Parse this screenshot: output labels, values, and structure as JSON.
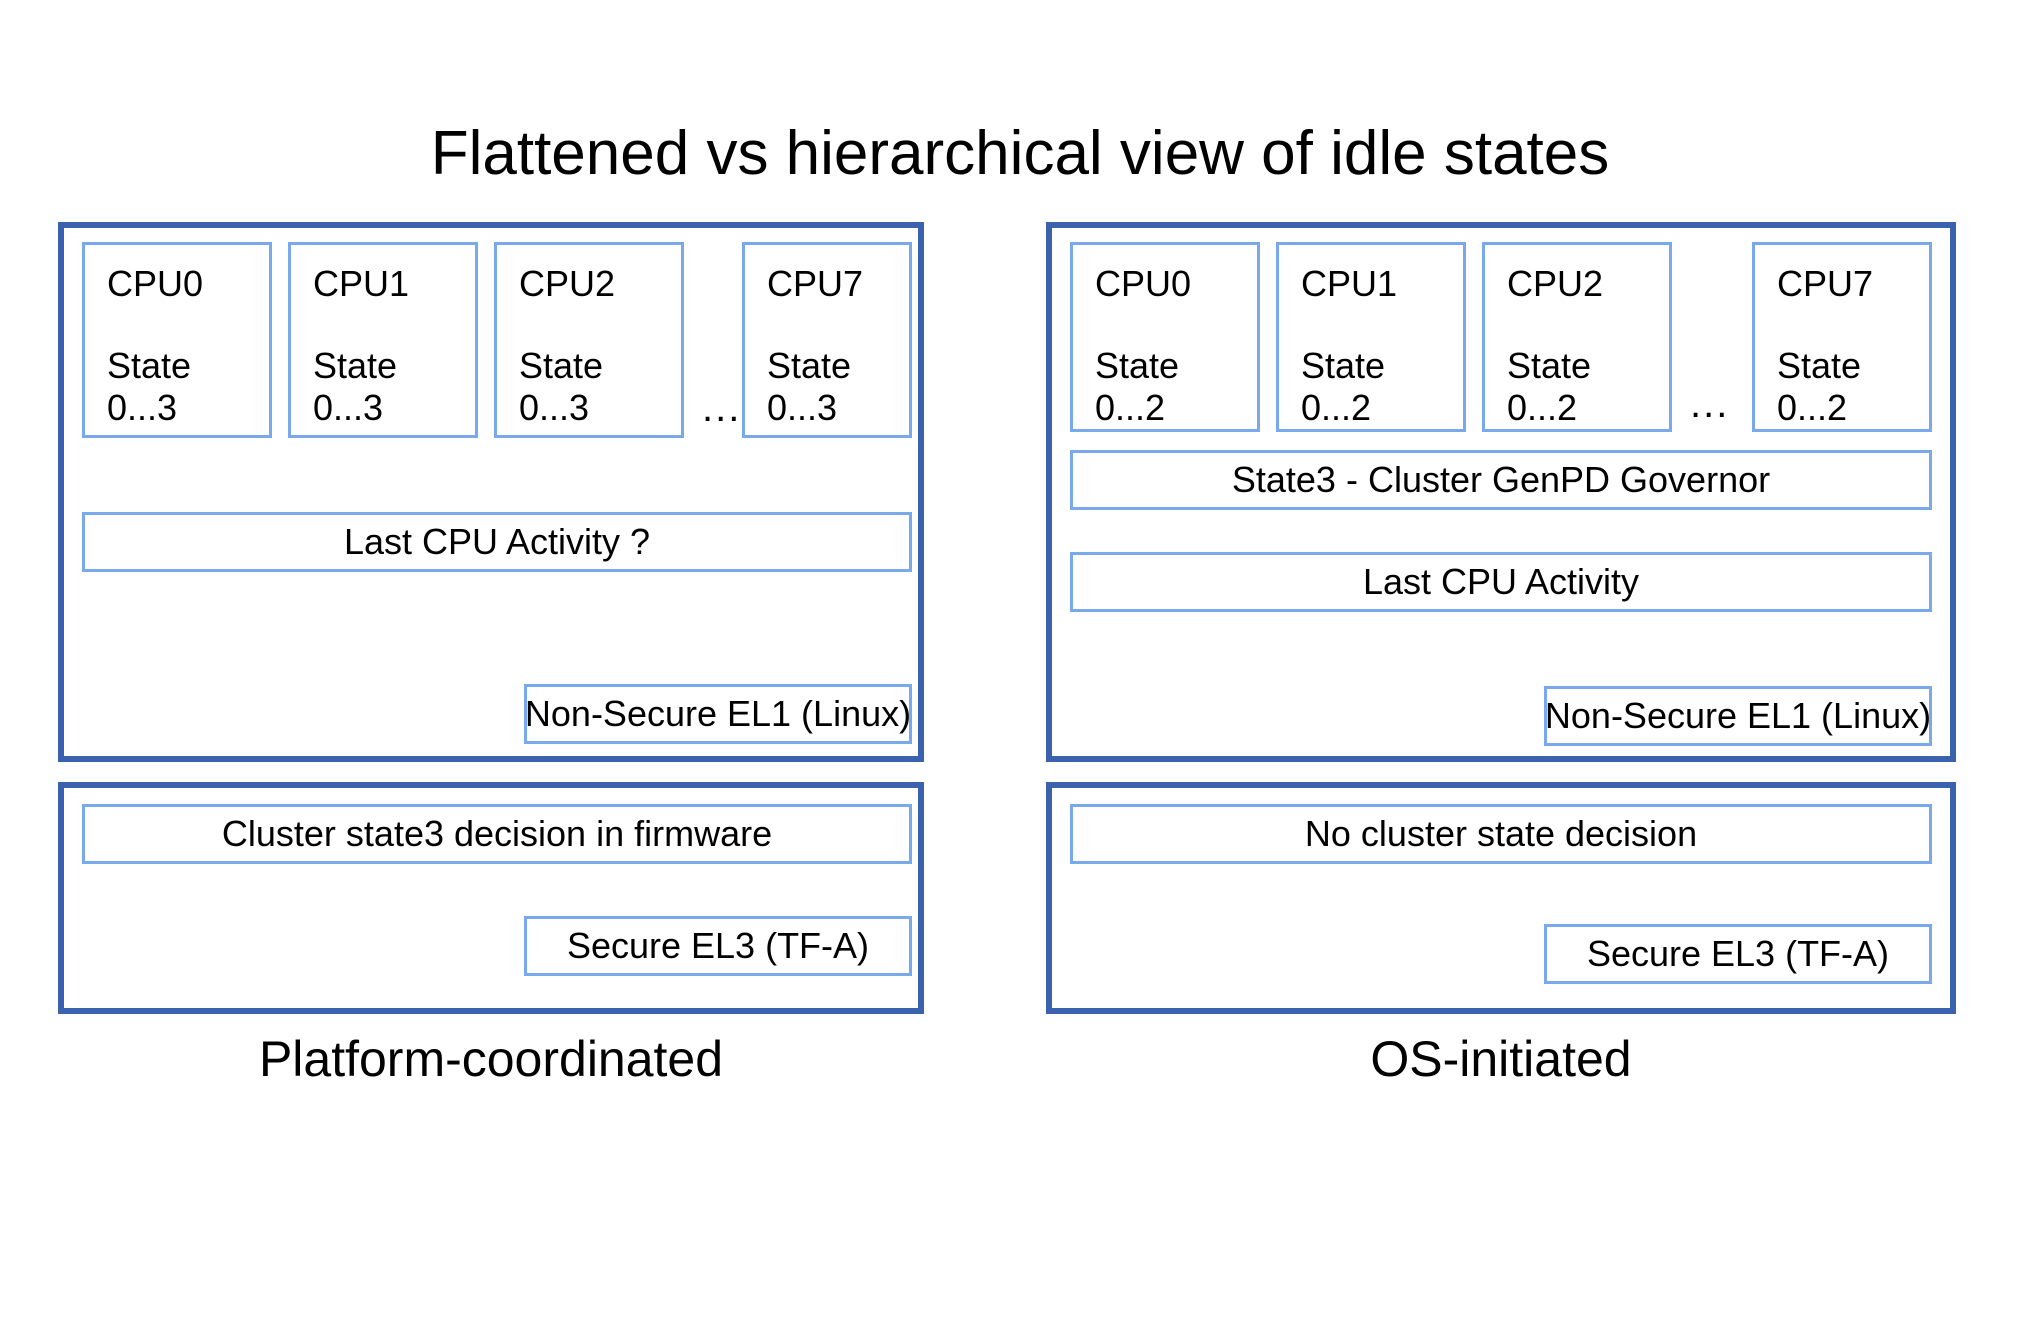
{
  "title": "Flattened vs hierarchical view of idle states",
  "colors": {
    "panel_border": "#3a62ae",
    "box_border": "#7aa8ec",
    "background": "#ffffff",
    "text": "#000000"
  },
  "left": {
    "caption": "Platform-coordinated",
    "os_panel": {
      "exception_level": "Non-Secure EL1 (Linux)",
      "cpus": [
        {
          "name": "CPU0",
          "state": "State\n0...3"
        },
        {
          "name": "CPU1",
          "state": "State\n0...3"
        },
        {
          "name": "CPU2",
          "state": "State\n0...3"
        },
        {
          "name": "CPU7",
          "state": "State\n0...3"
        }
      ],
      "ellipsis": "...",
      "bars": [
        "Last CPU Activity ?"
      ]
    },
    "fw_panel": {
      "exception_level": "Secure EL3 (TF-A)",
      "bars": [
        "Cluster state3 decision in firmware"
      ]
    }
  },
  "right": {
    "caption": "OS-initiated",
    "os_panel": {
      "exception_level": "Non-Secure EL1 (Linux)",
      "cpus": [
        {
          "name": "CPU0",
          "state": "State\n0...2"
        },
        {
          "name": "CPU1",
          "state": "State\n0...2"
        },
        {
          "name": "CPU2",
          "state": "State\n0...2"
        },
        {
          "name": "CPU7",
          "state": "State\n0...2"
        }
      ],
      "ellipsis": "...",
      "bars": [
        "State3 - Cluster GenPD Governor",
        "Last CPU Activity"
      ]
    },
    "fw_panel": {
      "exception_level": "Secure EL3 (TF-A)",
      "bars": [
        "No cluster state decision"
      ]
    }
  }
}
